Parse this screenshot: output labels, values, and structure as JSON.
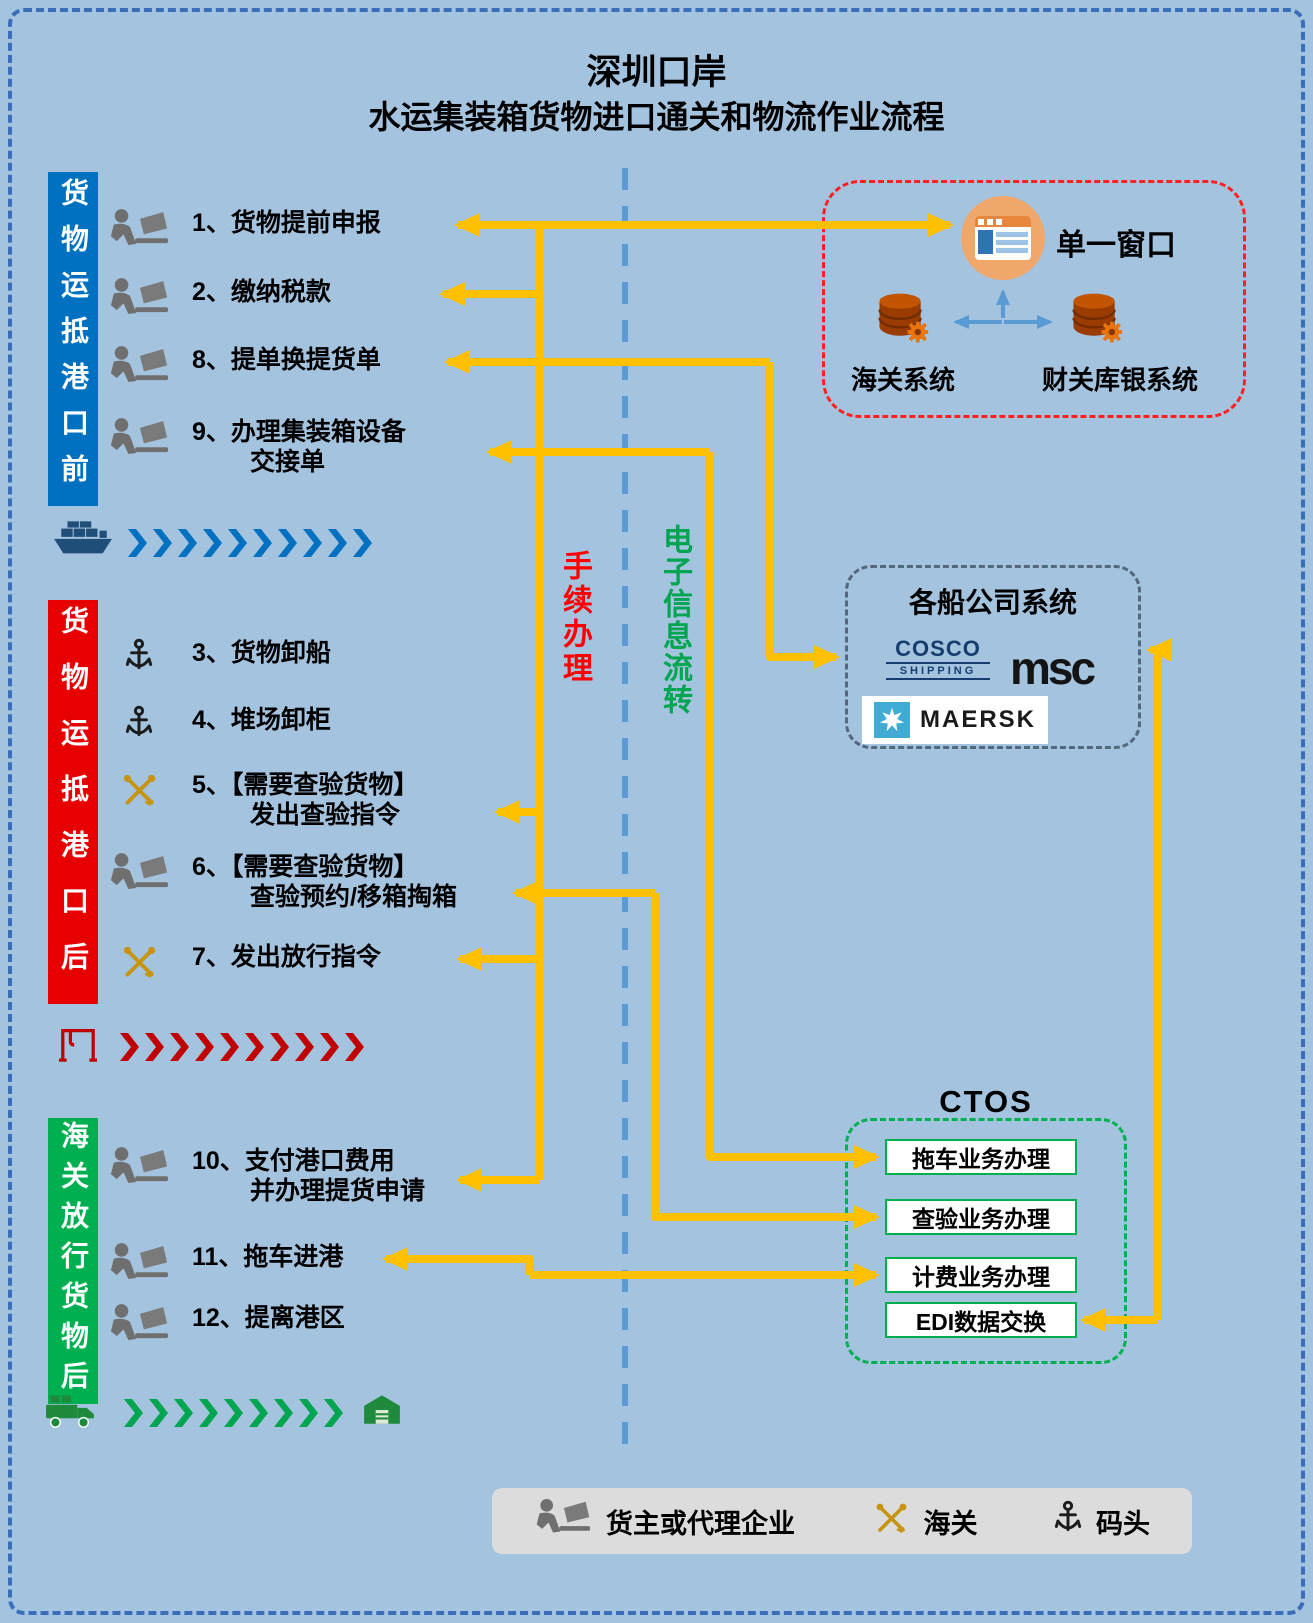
{
  "title": {
    "line1": "深圳口岸",
    "line2": "水运集装箱货物进口通关和物流作业流程"
  },
  "stages": [
    {
      "label": "货物运抵港口前",
      "color": "#0070C0"
    },
    {
      "label": "货物运抵港口后",
      "color": "#E60000"
    },
    {
      "label": "海关放行货物后",
      "color": "#00B050"
    }
  ],
  "steps": [
    {
      "icon": "agent",
      "line1": "1、货物提前申报",
      "line2": ""
    },
    {
      "icon": "agent",
      "line1": "2、缴纳税款",
      "line2": ""
    },
    {
      "icon": "agent",
      "line1": "8、提单换提货单",
      "line2": ""
    },
    {
      "icon": "agent",
      "line1": "9、办理集装箱设备",
      "line2": "交接单"
    },
    {
      "icon": "anchor",
      "line1": "3、货物卸船",
      "line2": ""
    },
    {
      "icon": "anchor",
      "line1": "4、堆场卸柜",
      "line2": ""
    },
    {
      "icon": "customs",
      "line1": "5、【需要查验货物】",
      "line2": "发出查验指令"
    },
    {
      "icon": "agent",
      "line1": "6、【需要查验货物】",
      "line2": "查验预约/移箱掏箱"
    },
    {
      "icon": "customs",
      "line1": "7、发出放行指令",
      "line2": ""
    },
    {
      "icon": "agent",
      "line1": "10、支付港口费用",
      "line2": "并办理提货申请"
    },
    {
      "icon": "agent",
      "line1": "11、拖车进港",
      "line2": ""
    },
    {
      "icon": "agent",
      "line1": "12、提离港区",
      "line2": ""
    }
  ],
  "channels": {
    "procedure": "手续办理",
    "einfo": "电子信息流转"
  },
  "single_window": {
    "title": "单一窗口",
    "customs_system": "海关系统",
    "treasury_system": "财关库银系统"
  },
  "shipping_box": {
    "title": "各船公司系统",
    "cosco_line1": "COSCO",
    "cosco_line2": "SHIPPING",
    "msc": "msc",
    "maersk": "MAERSK"
  },
  "ctos": {
    "title": "CTOS",
    "items": [
      "拖车业务办理",
      "查验业务办理",
      "计费业务办理",
      "EDI数据交换"
    ]
  },
  "legend": {
    "agent": "货主或代理企业",
    "customs": "海关",
    "dock": "码头"
  },
  "colors": {
    "background": "#A4C3DF",
    "flow_line": "#FFC000",
    "info_line": "#5B9BD5",
    "stage_blue": "#0070C0",
    "stage_red": "#E60000",
    "stage_green": "#00B050"
  }
}
